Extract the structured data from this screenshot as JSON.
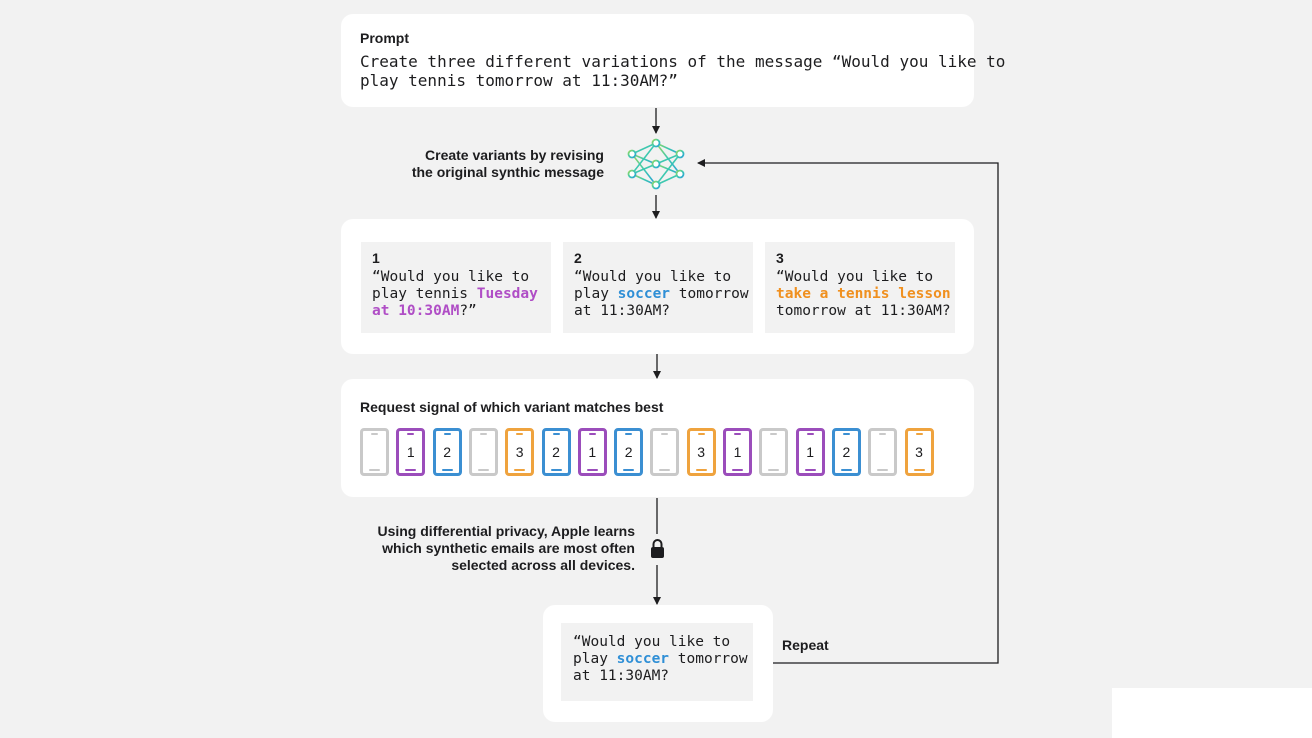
{
  "prompt": {
    "label": "Prompt",
    "line1": "Create three different variations of the message “Would you like to",
    "line2": "play tennis tomorrow at 11:30AM?”"
  },
  "model": {
    "caption_line1": "Create variants by revising",
    "caption_line2": "the original synthic message",
    "icon": "neural-network-icon"
  },
  "variants": [
    {
      "num": "1",
      "pre": "“Would you like to\nplay tennis ",
      "highlight": "Tuesday\nat 10:30AM",
      "post": "?”",
      "color": "#b04ec6"
    },
    {
      "num": "2",
      "pre": "“Would you like to\nplay ",
      "highlight": "soccer",
      "post": " tomorrow\nat 11:30AM?",
      "color": "#2f8fd6"
    },
    {
      "num": "3",
      "pre": "“Would you like to\n",
      "highlight": "take a tennis lesson",
      "post": "\ntomorrow at 11:30AM?",
      "color": "#f0901f"
    }
  ],
  "signal": {
    "label": "Request signal of which variant matches best",
    "phones": [
      "",
      "1",
      "2",
      "",
      "3",
      "2",
      "1",
      "2",
      "",
      "3",
      "1",
      "",
      "1",
      "2",
      "",
      "3"
    ]
  },
  "privacy": {
    "line1": "Using differential privacy, Apple learns",
    "line2": "which synthetic emails are most often",
    "line3": "selected across all devices.",
    "icon": "lock-icon"
  },
  "result": {
    "pre": "“Would you like to\nplay ",
    "highlight": "soccer",
    "post": " tomorrow\nat 11:30AM?"
  },
  "repeat_label": "Repeat",
  "colors": {
    "variant1": "#9b4dbb",
    "variant2": "#3b8fd2",
    "variant3": "#efa33e",
    "unselected": "#c9c9c9"
  }
}
